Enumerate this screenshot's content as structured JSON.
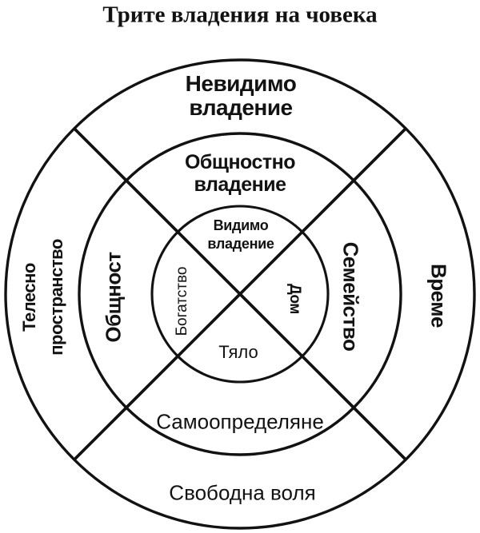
{
  "title": "Трите владения на човека",
  "colors": {
    "ink": "#121212",
    "background": "#ffffff"
  },
  "diagram": {
    "type": "concentric-rings-quadrants",
    "rings": [
      {
        "name": "outer",
        "top_label_line1": "Невидимо",
        "top_label_line2": "владение",
        "left_label_line1": "Телесно",
        "left_label_line2": "пространство",
        "right_label": "Време",
        "bottom_label": "Свободна воля"
      },
      {
        "name": "middle",
        "top_label_line1": "Общностно",
        "top_label_line2": "владение",
        "left_label": "Общност",
        "right_label": "Семейство",
        "bottom_label": "Самоопределяне"
      },
      {
        "name": "inner",
        "top_label_line1": "Видимо",
        "top_label_line2": "владение",
        "left_label": "Богатство",
        "right_label": "Дом",
        "bottom_label": "Тяло"
      }
    ]
  }
}
